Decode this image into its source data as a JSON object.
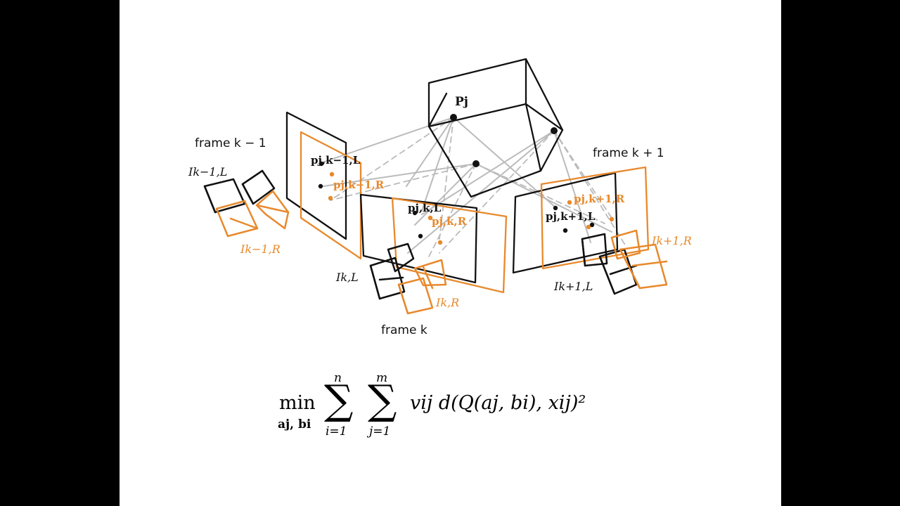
{
  "colors": {
    "black": "#111111",
    "orange": "#e8892c",
    "gray": "#bbbbbb",
    "background": "#ffffff",
    "letterbox": "#000000"
  },
  "labels": {
    "frame_prev": "frame k − 1",
    "frame_cur": "frame k",
    "frame_next": "frame k + 1",
    "point_world": "Pj",
    "p_prev_L": "pj,k−1,L",
    "p_prev_R": "pj,k−1,R",
    "p_cur_L": "pj,k,L",
    "p_cur_R": "pj,k,R",
    "p_next_L": "pj,k+1,L",
    "p_next_R": "pj,k+1,R",
    "cam_prev_L": "Ik−1,L",
    "cam_prev_R": "Ik−1,R",
    "cam_cur_L": "Ik,L",
    "cam_cur_R": "Ik,R",
    "cam_next_L": "Ik+1,L",
    "cam_next_R": "Ik+1,R"
  },
  "formula": {
    "min": "min",
    "min_sub": "aj, bi",
    "sum1_top": "n",
    "sum1_bottom": "i=1",
    "sum2_top": "m",
    "sum2_bottom": "j=1",
    "body": "vij d(Q(aj, bi), xij)²"
  }
}
